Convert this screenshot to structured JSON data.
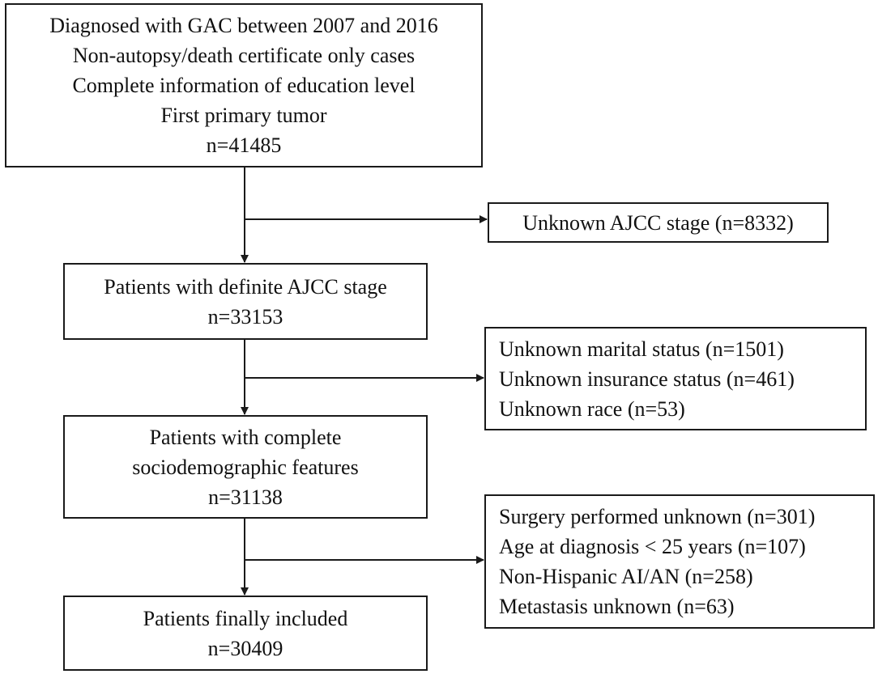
{
  "colors": {
    "line": "#1a1a1a",
    "text": "#111111",
    "background": "#ffffff"
  },
  "main_flow": [
    {
      "lines": [
        "Diagnosed with GAC between 2007 and 2016",
        "Non-autopsy/death certificate only cases",
        "Complete information of education level",
        "First primary tumor",
        "n=41485"
      ]
    },
    {
      "lines": [
        "Patients with definite AJCC stage",
        "n=33153"
      ]
    },
    {
      "lines": [
        "Patients with complete",
        "sociodemographic features",
        "n=31138"
      ]
    },
    {
      "lines": [
        "Patients finally included",
        "n=30409"
      ]
    }
  ],
  "exclusions": [
    {
      "lines": [
        "Unknown AJCC stage (n=8332)"
      ]
    },
    {
      "lines": [
        "Unknown marital status (n=1501)",
        "Unknown insurance status (n=461)",
        "Unknown race (n=53)"
      ]
    },
    {
      "lines": [
        "Surgery performed unknown (n=301)",
        "Age at diagnosis < 25 years (n=107)",
        "Non-Hispanic AI/AN (n=258)",
        "Metastasis unknown (n=63)"
      ]
    }
  ]
}
